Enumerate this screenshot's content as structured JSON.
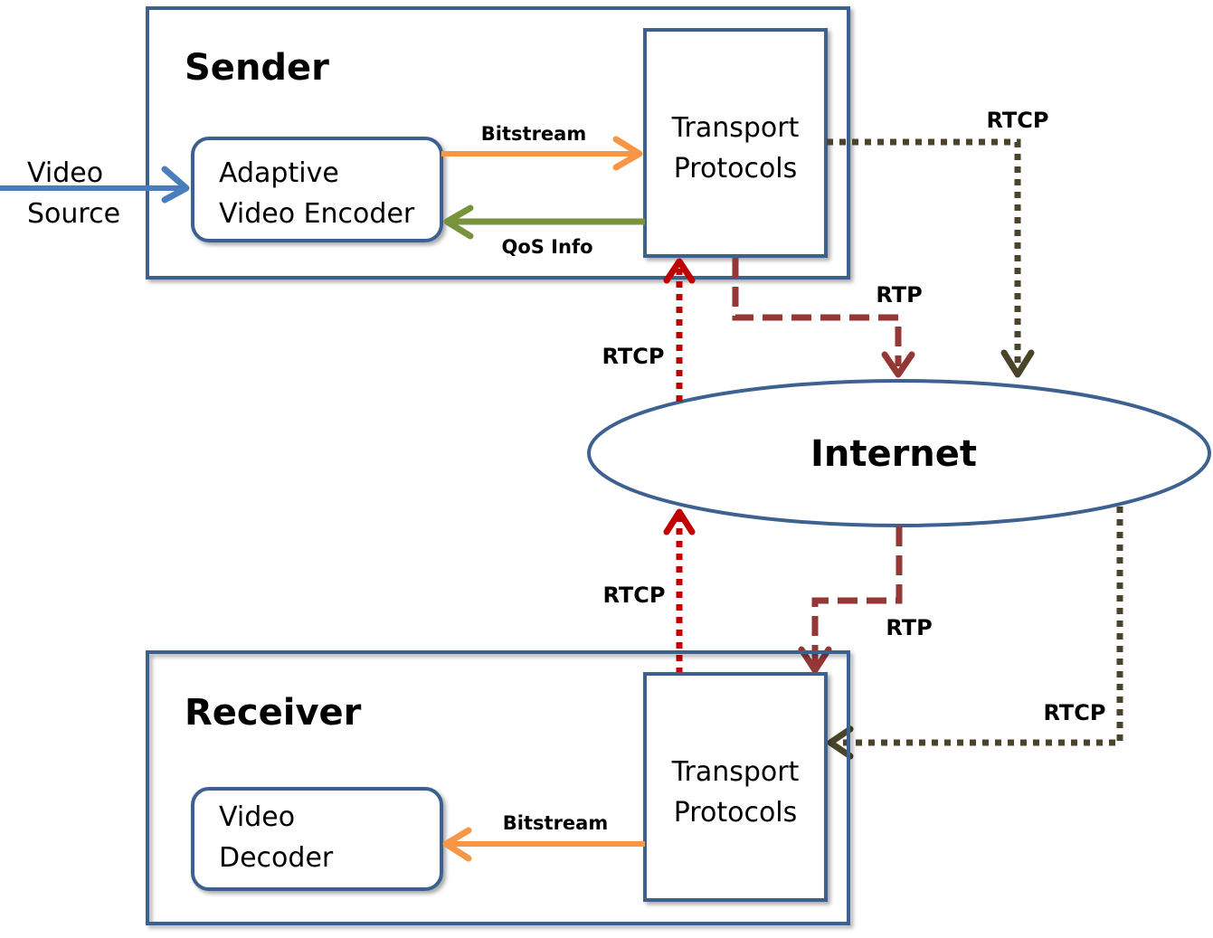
{
  "sender": {
    "title": "Sender",
    "encoder_line1": "Adaptive",
    "encoder_line2": "Video Encoder",
    "transport_line1": "Transport",
    "transport_line2": "Protocols",
    "bitstream_label": "Bitstream",
    "qos_label": "QoS Info"
  },
  "video_source": {
    "line1": "Video",
    "line2": "Source"
  },
  "internet": {
    "label": "Internet"
  },
  "receiver": {
    "title": "Receiver",
    "decoder_line1": "Video",
    "decoder_line2": "Decoder",
    "transport_line1": "Transport",
    "transport_line2": "Protocols",
    "bitstream_label": "Bitstream"
  },
  "flows": {
    "rtcp_sender_out": "RTCP",
    "rtp_sender_out": "RTP",
    "rtcp_into_sender": "RTCP",
    "rtcp_from_receiver": "RTCP",
    "rtp_to_receiver": "RTP",
    "rtcp_to_receiver": "RTCP"
  },
  "colors": {
    "box_border": "#3e6191",
    "video_arrow": "#4a7ebb",
    "bitstream_arrow": "#f79646",
    "qos_arrow": "#77933c",
    "rtp_arrow": "#953735",
    "rtcp_red_arrow": "#c00000",
    "rtcp_dark_arrow": "#4a452a"
  }
}
